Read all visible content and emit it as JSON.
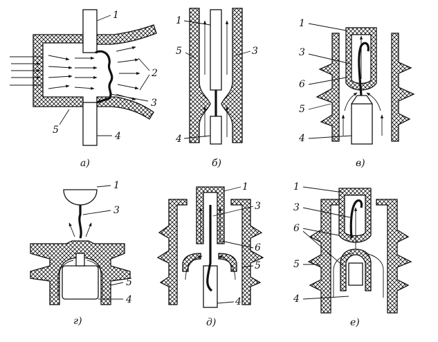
{
  "panels": {
    "a": {
      "caption": "а)",
      "labels": {
        "n1": "1",
        "n2": "2",
        "n3": "3",
        "n4": "4",
        "n5": "5"
      }
    },
    "b": {
      "caption": "б)",
      "labels": {
        "n1": "1",
        "n3": "3",
        "n4": "4",
        "n5": "5"
      }
    },
    "v": {
      "caption": "в)",
      "labels": {
        "n1": "1",
        "n3": "3",
        "n4": "4",
        "n5": "5",
        "n6": "6"
      }
    },
    "g": {
      "caption": "г)",
      "labels": {
        "n1": "1",
        "n3": "3",
        "n4": "4",
        "n5": "5"
      }
    },
    "d": {
      "caption": "д)",
      "labels": {
        "n1": "1",
        "n3": "3",
        "n4": "4",
        "n5": "5",
        "n6": "6"
      }
    },
    "e": {
      "caption": "е)",
      "labels": {
        "n1": "1",
        "n3": "3",
        "n4": "4",
        "n5": "5",
        "n6": "6"
      }
    }
  },
  "colors": {
    "ink": "#111111",
    "paper": "#ffffff"
  }
}
